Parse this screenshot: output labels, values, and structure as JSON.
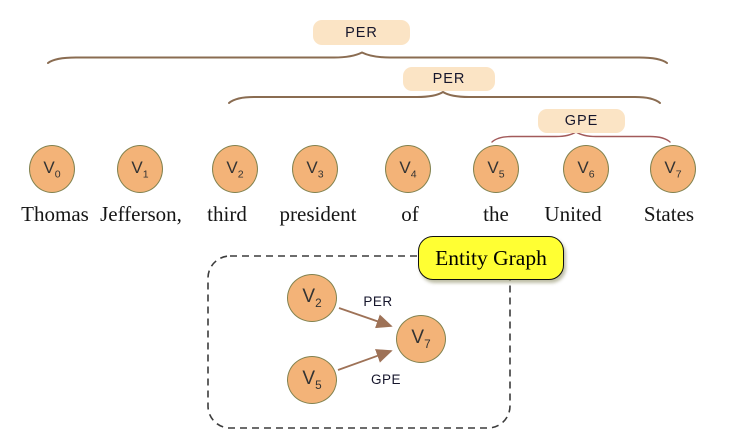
{
  "colors": {
    "node_fill": "#F3B378",
    "node_border": "#82824F",
    "tag_fill": "#FBE4C5",
    "tag_text": "#16162C",
    "brace_brown": "#8A6C51",
    "brace_red": "#A25A5A",
    "arrow": "#9E7257",
    "eg_fill": "#FFFF33",
    "dash": "#3C3C3C",
    "vlabel": "#333333"
  },
  "spans": [
    {
      "label": "PER"
    },
    {
      "label": "PER"
    },
    {
      "label": "GPE"
    }
  ],
  "tokens": [
    {
      "v": "V",
      "sub": "0",
      "word": "Thomas"
    },
    {
      "v": "V",
      "sub": "1",
      "word": "Jefferson,"
    },
    {
      "v": "V",
      "sub": "2",
      "word": "third"
    },
    {
      "v": "V",
      "sub": "3",
      "word": "president"
    },
    {
      "v": "V",
      "sub": "4",
      "word": "of"
    },
    {
      "v": "V",
      "sub": "5",
      "word": "the"
    },
    {
      "v": "V",
      "sub": "6",
      "word": "United"
    },
    {
      "v": "V",
      "sub": "7",
      "word": "States"
    }
  ],
  "entity_graph": {
    "title": "Entity Graph",
    "nodes": [
      {
        "v": "V",
        "sub": "2"
      },
      {
        "v": "V",
        "sub": "5"
      },
      {
        "v": "V",
        "sub": "7"
      }
    ],
    "edges": [
      {
        "from": "V2",
        "to": "V7",
        "label": "PER"
      },
      {
        "from": "V5",
        "to": "V7",
        "label": "GPE"
      }
    ]
  }
}
